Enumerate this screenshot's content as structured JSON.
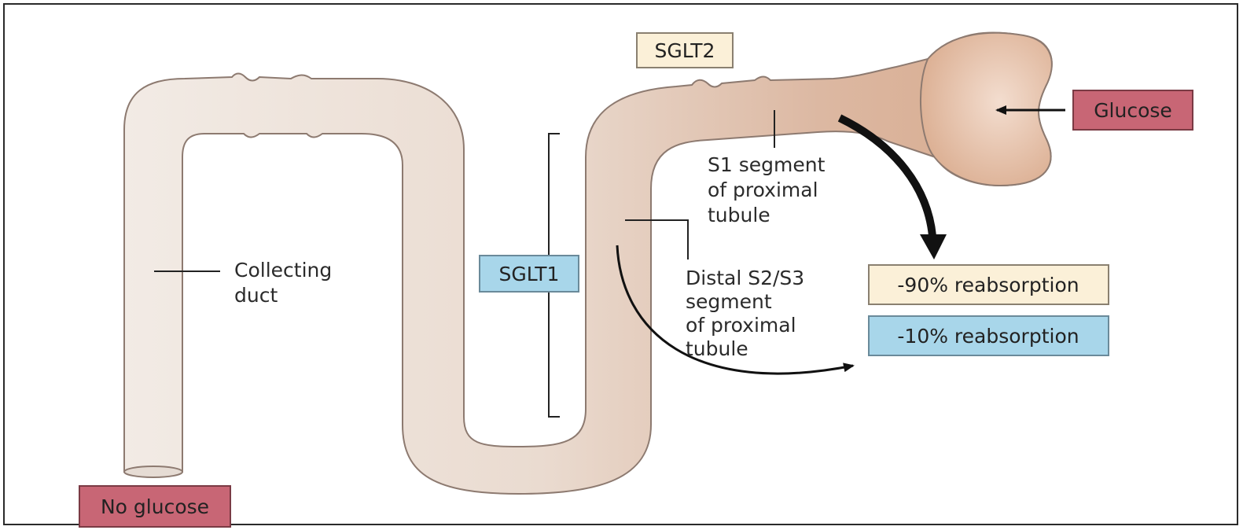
{
  "labels": {
    "collecting_duct": [
      "Collecting",
      "duct"
    ],
    "s1_segment": [
      "S1 segment",
      "of proximal",
      "tubule"
    ],
    "distal_segment": [
      "Distal S2/S3",
      "segment",
      "of proximal",
      "tubule"
    ]
  },
  "boxes": {
    "sglt2": "SGLT2",
    "sglt1": "SGLT1",
    "glucose": "Glucose",
    "no_glucose": "No glucose",
    "reabsorption_90": "-90% reabsorption",
    "reabsorption_10": "-10% reabsorption"
  },
  "colors": {
    "tubule_light": "#efe4dc",
    "tubule_dark": "#d9ad93",
    "box_pink": "#c86675",
    "box_blue": "#a8d6ea",
    "box_cream": "#fbf0d8",
    "arrow": "#111111"
  }
}
